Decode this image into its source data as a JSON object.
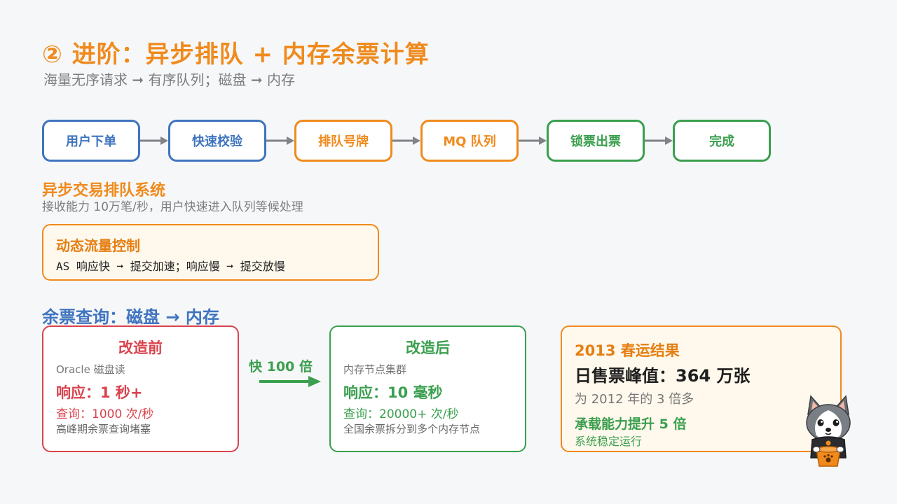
{
  "header": {
    "title": "② 进阶：异步排队 + 内存余票计算",
    "subtitle": "海量无序请求 ➞ 有序队列；磁盘 ➞ 内存"
  },
  "flow": {
    "steps": [
      {
        "label": "用户下单",
        "color": "#3f74bf"
      },
      {
        "label": "快速校验",
        "color": "#3f74bf"
      },
      {
        "label": "排队号牌",
        "color": "#f08a1c"
      },
      {
        "label": "MQ 队列",
        "color": "#f08a1c"
      },
      {
        "label": "锁票出票",
        "color": "#3a9f4e"
      },
      {
        "label": "完成",
        "color": "#3a9f4e"
      }
    ]
  },
  "queue_system": {
    "title": "异步交易排队系统",
    "desc": "接收能力 10万笔/秒，用户快速进入队列等候处理"
  },
  "flow_control": {
    "title": "动态流量控制",
    "desc": "AS 响应快 ➞ 提交加速；响应慢 ➞ 提交放慢"
  },
  "remaining_query": {
    "title": "余票查询：磁盘 → 内存",
    "before": {
      "title": "改造前",
      "source": "Oracle 磁盘读",
      "response": "响应：1 秒+",
      "qps": "查询：1000 次/秒",
      "note": "高峰期余票查询堵塞"
    },
    "speedup": "快 100 倍",
    "after": {
      "title": "改造后",
      "source": "内存节点集群",
      "response": "响应：10 毫秒",
      "qps": "查询：20000+ 次/秒",
      "note": "全国余票拆分到多个内存节点"
    }
  },
  "result": {
    "title": "2013 春运结果",
    "peak": "日售票峰值：364 万张",
    "compare": "为 2012 年的 3 倍多",
    "capacity": "承载能力提升 5 倍",
    "stable": "系统稳定运行"
  },
  "colors": {
    "orange": "#f08a1c",
    "blue": "#3f74bf",
    "green": "#3a9f4e",
    "red": "#d9434e",
    "arrow_gray": "#7f8388"
  },
  "icons": [
    "husky-mascot-icon"
  ]
}
